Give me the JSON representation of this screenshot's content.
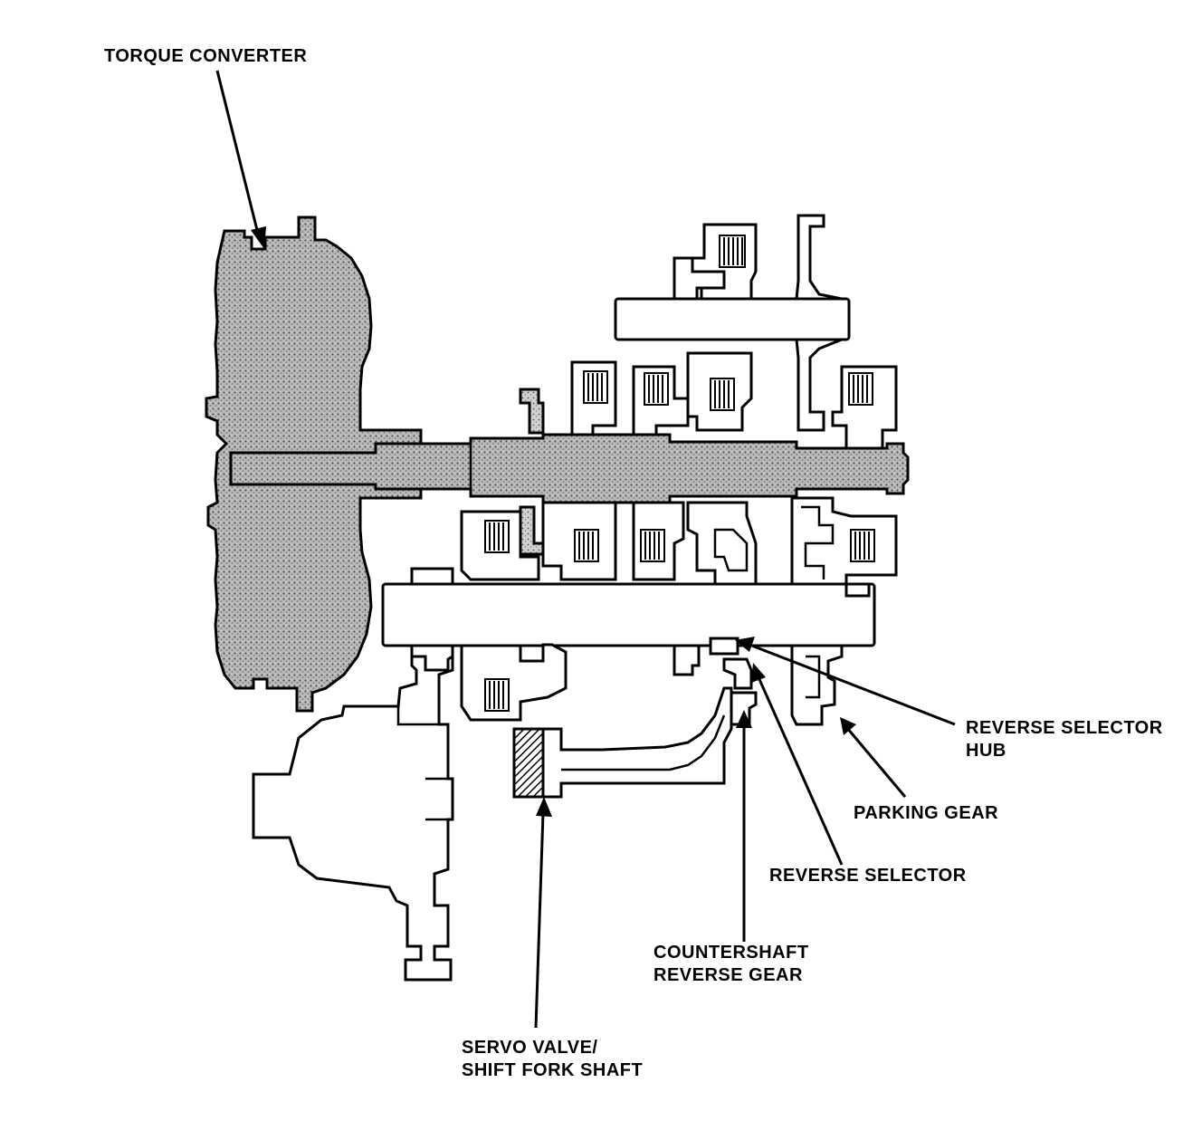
{
  "labels": {
    "torque_converter": "TORQUE CONVERTER",
    "reverse_selector_hub_1": "REVERSE SELECTOR",
    "reverse_selector_hub_2": "HUB",
    "parking_gear": "PARKING GEAR",
    "reverse_selector": "REVERSE SELECTOR",
    "countershaft_reverse_gear_1": "COUNTERSHAFT",
    "countershaft_reverse_gear_2": "REVERSE GEAR",
    "servo_valve_1": "SERVO VALVE/",
    "servo_valve_2": "SHIFT FORK SHAFT"
  }
}
